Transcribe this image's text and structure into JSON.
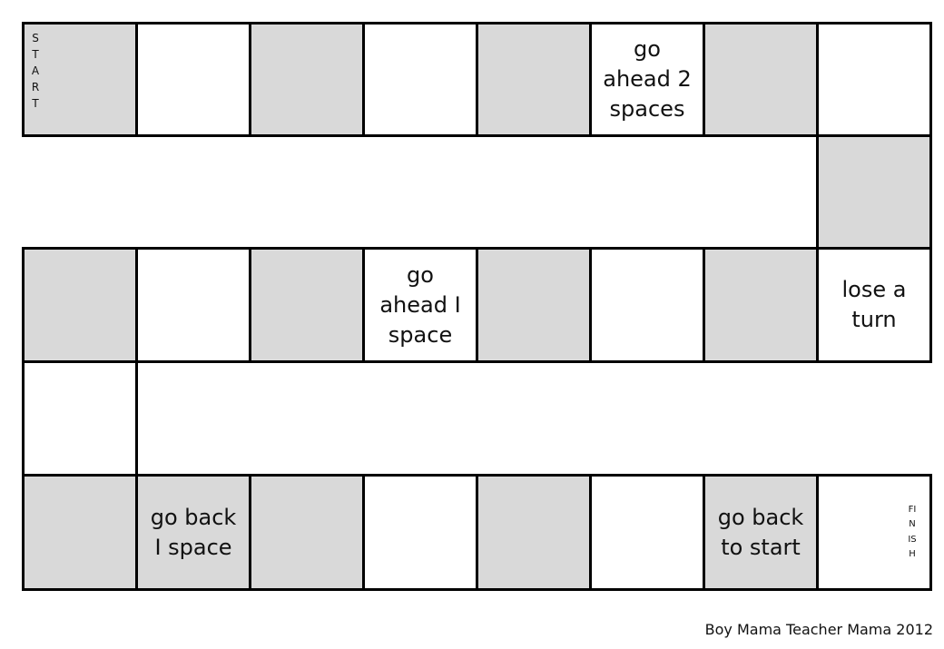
{
  "board": {
    "start_label": "START",
    "finish_label": "FINISH",
    "credit": "Boy Mama Teacher Mama 2012",
    "colors": {
      "shaded": "#d9d9d9",
      "plain": "#ffffff",
      "border": "#000000"
    },
    "spaces": [
      {
        "text": "go ahead 2 spaces"
      },
      {
        "text": "lose a turn"
      },
      {
        "text": "go ahead I space"
      },
      {
        "text": "go back I space"
      },
      {
        "text": "go back to start"
      }
    ]
  }
}
